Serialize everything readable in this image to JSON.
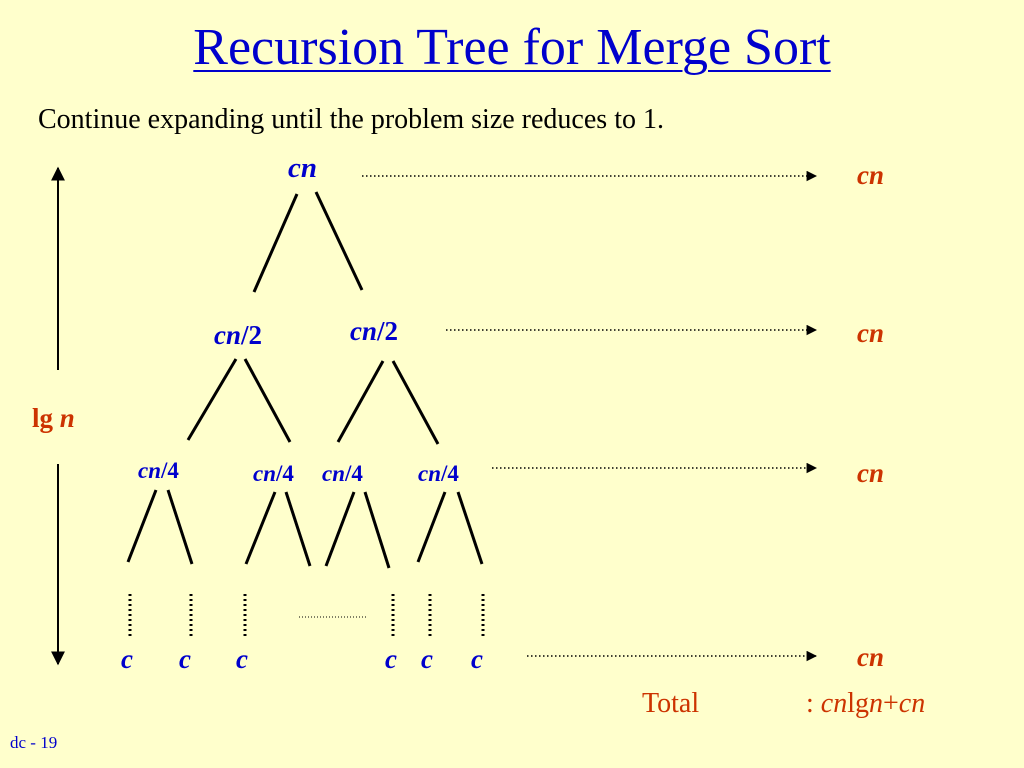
{
  "slide": {
    "title": "Recursion Tree for Merge Sort",
    "subtitle": "Continue expanding until the problem size reduces to 1.",
    "footer": "dc - 19"
  },
  "tree": {
    "root": {
      "var": "cn",
      "suffix": ""
    },
    "level1": [
      {
        "var": "cn",
        "suffix": "/2"
      },
      {
        "var": "cn",
        "suffix": "/2"
      }
    ],
    "level2": [
      {
        "var": "cn",
        "suffix": "/4"
      },
      {
        "var": "cn",
        "suffix": "/4"
      },
      {
        "var": "cn",
        "suffix": "/4"
      },
      {
        "var": "cn",
        "suffix": "/4"
      }
    ],
    "leaves": [
      "c",
      "c",
      "c",
      "c",
      "c",
      "c"
    ]
  },
  "level_costs": [
    "cn",
    "cn",
    "cn",
    "cn"
  ],
  "height": {
    "prefix": "lg ",
    "var": "n"
  },
  "total": {
    "label": "Total",
    "colon": ": ",
    "term1": "cn",
    "log": "lg",
    "var": "n",
    "plus": "+",
    "term2": "cn"
  },
  "colors": {
    "background": "#FFFFCC",
    "title": "#0000CC",
    "node": "#0000CC",
    "cost": "#CC3300"
  }
}
